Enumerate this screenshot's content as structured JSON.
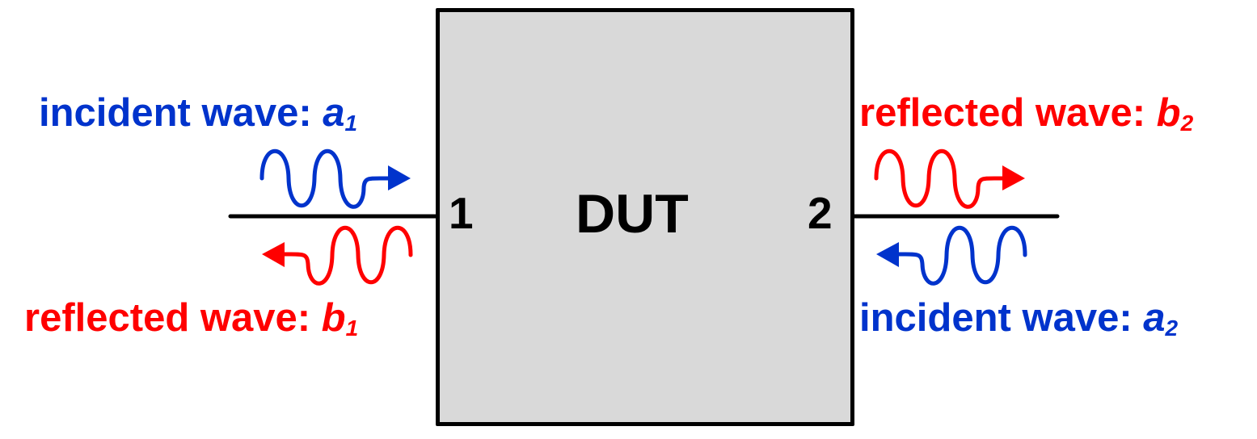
{
  "diagram": {
    "device": {
      "label": "DUT",
      "fill": "#d9d9d9"
    },
    "ports": [
      {
        "id": 1,
        "label": "1"
      },
      {
        "id": 2,
        "label": "2"
      }
    ],
    "waves": [
      {
        "name": "incident-a1",
        "prefix": "incident wave: ",
        "symbol": "a",
        "subscript": "1",
        "color": "#0033cc",
        "direction": "toward-dut",
        "port": 1
      },
      {
        "name": "reflected-b1",
        "prefix": "reflected wave: ",
        "symbol": "b",
        "subscript": "1",
        "color": "#ff0000",
        "direction": "away-from-dut",
        "port": 1
      },
      {
        "name": "reflected-b2",
        "prefix": "reflected wave: ",
        "symbol": "b",
        "subscript": "2",
        "color": "#ff0000",
        "direction": "away-from-dut",
        "port": 2
      },
      {
        "name": "incident-a2",
        "prefix": "incident wave: ",
        "symbol": "a",
        "subscript": "2",
        "color": "#0033cc",
        "direction": "toward-dut",
        "port": 2
      }
    ]
  }
}
